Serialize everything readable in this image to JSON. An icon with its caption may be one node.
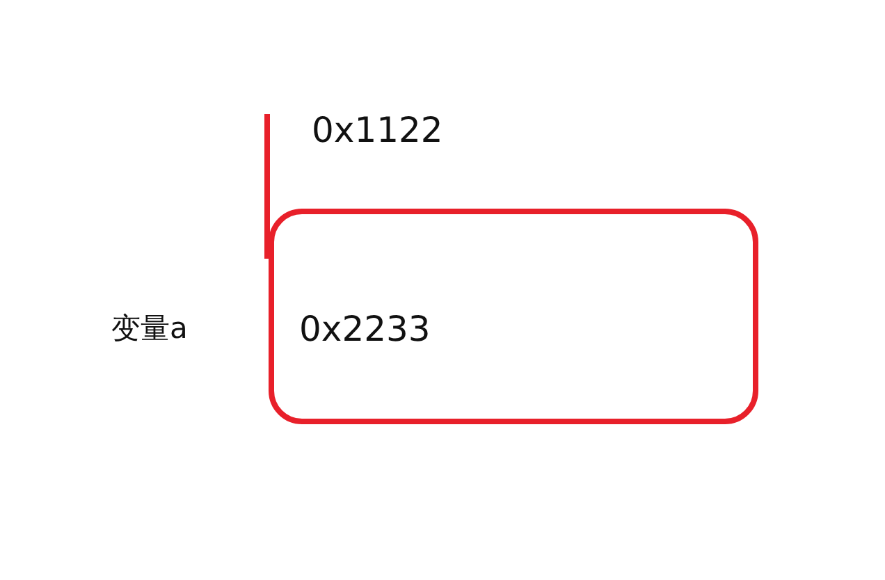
{
  "diagram": {
    "nodes": [
      {
        "text": [
          "0x2233"
        ],
        "beside": [
          "变量a"
        ]
      }
    ],
    "labels": [
      "0x1122"
    ]
  }
}
